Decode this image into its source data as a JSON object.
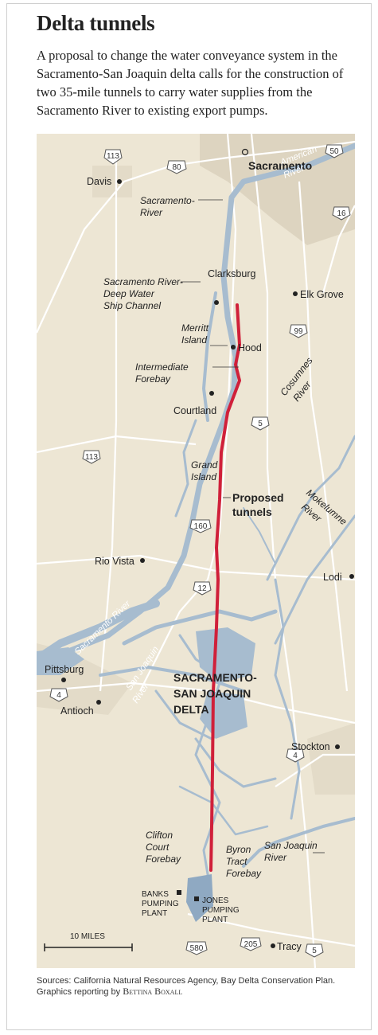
{
  "title": "Delta tunnels",
  "intro": "A proposal to change the water conveyance system in the Sacramento-San Joaquin delta calls for the construction of two 35-mile tunnels to carry water supplies from the Sacramento River to existing export pumps.",
  "colors": {
    "land": "#ede6d4",
    "urban": "#ddd4c0",
    "water": "#a7bccf",
    "water_dark": "#8fa9c2",
    "roads": "#ffffff",
    "tunnel": "#d0203a"
  },
  "map": {
    "cities": {
      "sacramento": "Sacramento",
      "davis": "Davis",
      "clarksburg": "Clarksburg",
      "elk_grove": "Elk Grove",
      "hood": "Hood",
      "courtland": "Courtland",
      "rio_vista": "Rio Vista",
      "lodi": "Lodi",
      "pittsburg": "Pittsburg",
      "antioch": "Antioch",
      "stockton": "Stockton",
      "tracy": "Tracy"
    },
    "features": {
      "american_river_1": "American",
      "american_river_2": "River",
      "sacramento_river_1": "Sacramento-",
      "sacramento_river_2": "River",
      "ship_channel_1": "Sacramento River-",
      "ship_channel_2": "Deep Water",
      "ship_channel_3": "Ship Channel",
      "merritt_1": "Merritt",
      "merritt_2": "Island",
      "forebay_1": "Intermediate",
      "forebay_2": "Forebay",
      "grand_1": "Grand",
      "grand_2": "Island",
      "cosumnes_1": "Cosumnes",
      "cosumnes_2": "River",
      "mokelumne_1": "Mokelumne",
      "mokelumne_2": "River",
      "sac_river_delta": "Sacramento River",
      "sj_river_1": "San Joaquin",
      "sj_river_2": "River",
      "delta_1": "SACRAMENTO-",
      "delta_2": "SAN JOAQUIN",
      "delta_3": "DELTA",
      "clifton_1": "Clifton",
      "clifton_2": "Court",
      "clifton_3": "Forebay",
      "byron_1": "Byron",
      "byron_2": "Tract",
      "byron_3": "Forebay",
      "sjr_south_1": "San Joaquin",
      "sjr_south_2": "River",
      "banks_1": "BANKS",
      "banks_2": "PUMPING",
      "banks_3": "PLANT",
      "jones_1": "JONES",
      "jones_2": "PUMPING",
      "jones_3": "PLANT",
      "tunnels_1": "Proposed",
      "tunnels_2": "tunnels"
    },
    "highways": {
      "h113n": "113",
      "h80": "80",
      "h50": "50",
      "h16": "16",
      "h99": "99",
      "h5": "5",
      "h113s": "113",
      "h160": "160",
      "h12": "12",
      "h4w": "4",
      "h4e": "4",
      "h580": "580",
      "h205": "205",
      "h5s": "5"
    },
    "scale": "10 MILES"
  },
  "sources": "Sources: California Natural Resources Agency, Bay Delta Conservation Plan.",
  "credit_prefix": "Graphics reporting by",
  "credit_name": "Bettina Boxall"
}
